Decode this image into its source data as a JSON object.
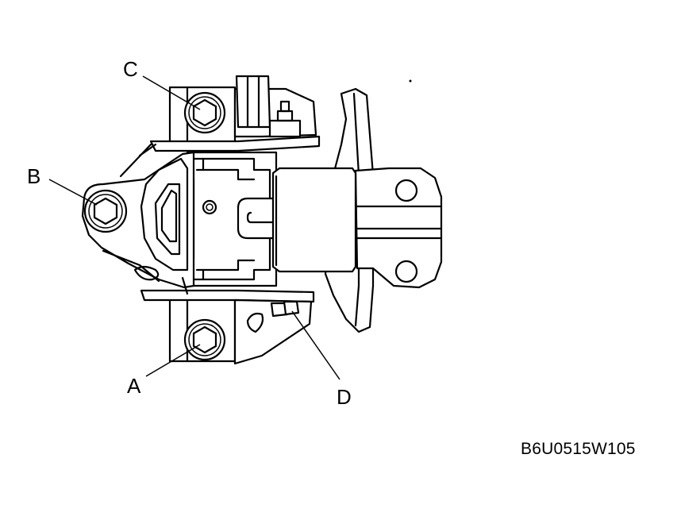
{
  "callouts": {
    "a": "A",
    "b": "B",
    "c": "C",
    "d": "D"
  },
  "figure_code": "B6U0515W105"
}
